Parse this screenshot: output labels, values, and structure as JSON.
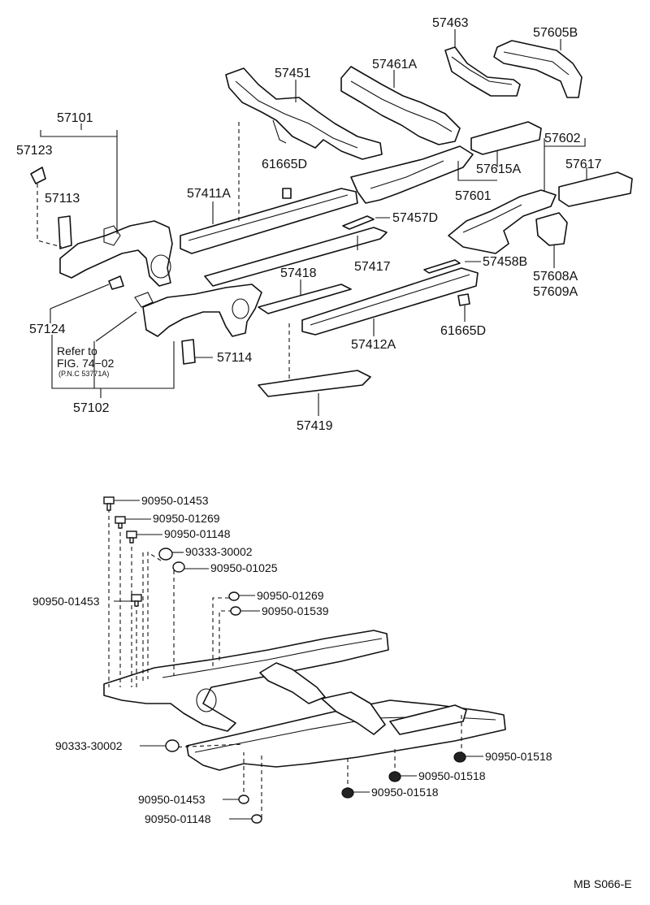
{
  "upper_parts": {
    "p57463": "57463",
    "p57605B": "57605B",
    "p57451": "57451",
    "p57461A": "57461A",
    "p57101": "57101",
    "p57123": "57123",
    "p61665D_top": "61665D",
    "p57602": "57602",
    "p57617": "57617",
    "p57615A": "57615A",
    "p57113": "57113",
    "p57411A": "57411A",
    "p57601": "57601",
    "p57457D": "57457D",
    "p57417": "57417",
    "p57458B": "57458B",
    "p57418": "57418",
    "p57608A": "57608A",
    "p57609A": "57609A",
    "p57124": "57124",
    "p61665D_bottom": "61665D",
    "p57412A": "57412A",
    "p57114": "57114",
    "p57102": "57102",
    "p57419": "57419"
  },
  "reference_note": {
    "line1": "Refer to",
    "line2": "FIG. 74−02",
    "line3": "(P.N.C 53771A)"
  },
  "fasteners": {
    "f1": "90950-01453",
    "f2": "90950-01269",
    "f3": "90950-01148",
    "f4": "90333-30002",
    "f5": "90950-01025",
    "f6": "90950-01453",
    "f7": "90950-01269",
    "f8": "90950-01539",
    "f9": "90333-30002",
    "f10": "90950-01518",
    "f11": "90950-01518",
    "f12": "90950-01518",
    "f13": "90950-01453",
    "f14": "90950-01148"
  },
  "footer_code": "MB S066-E"
}
